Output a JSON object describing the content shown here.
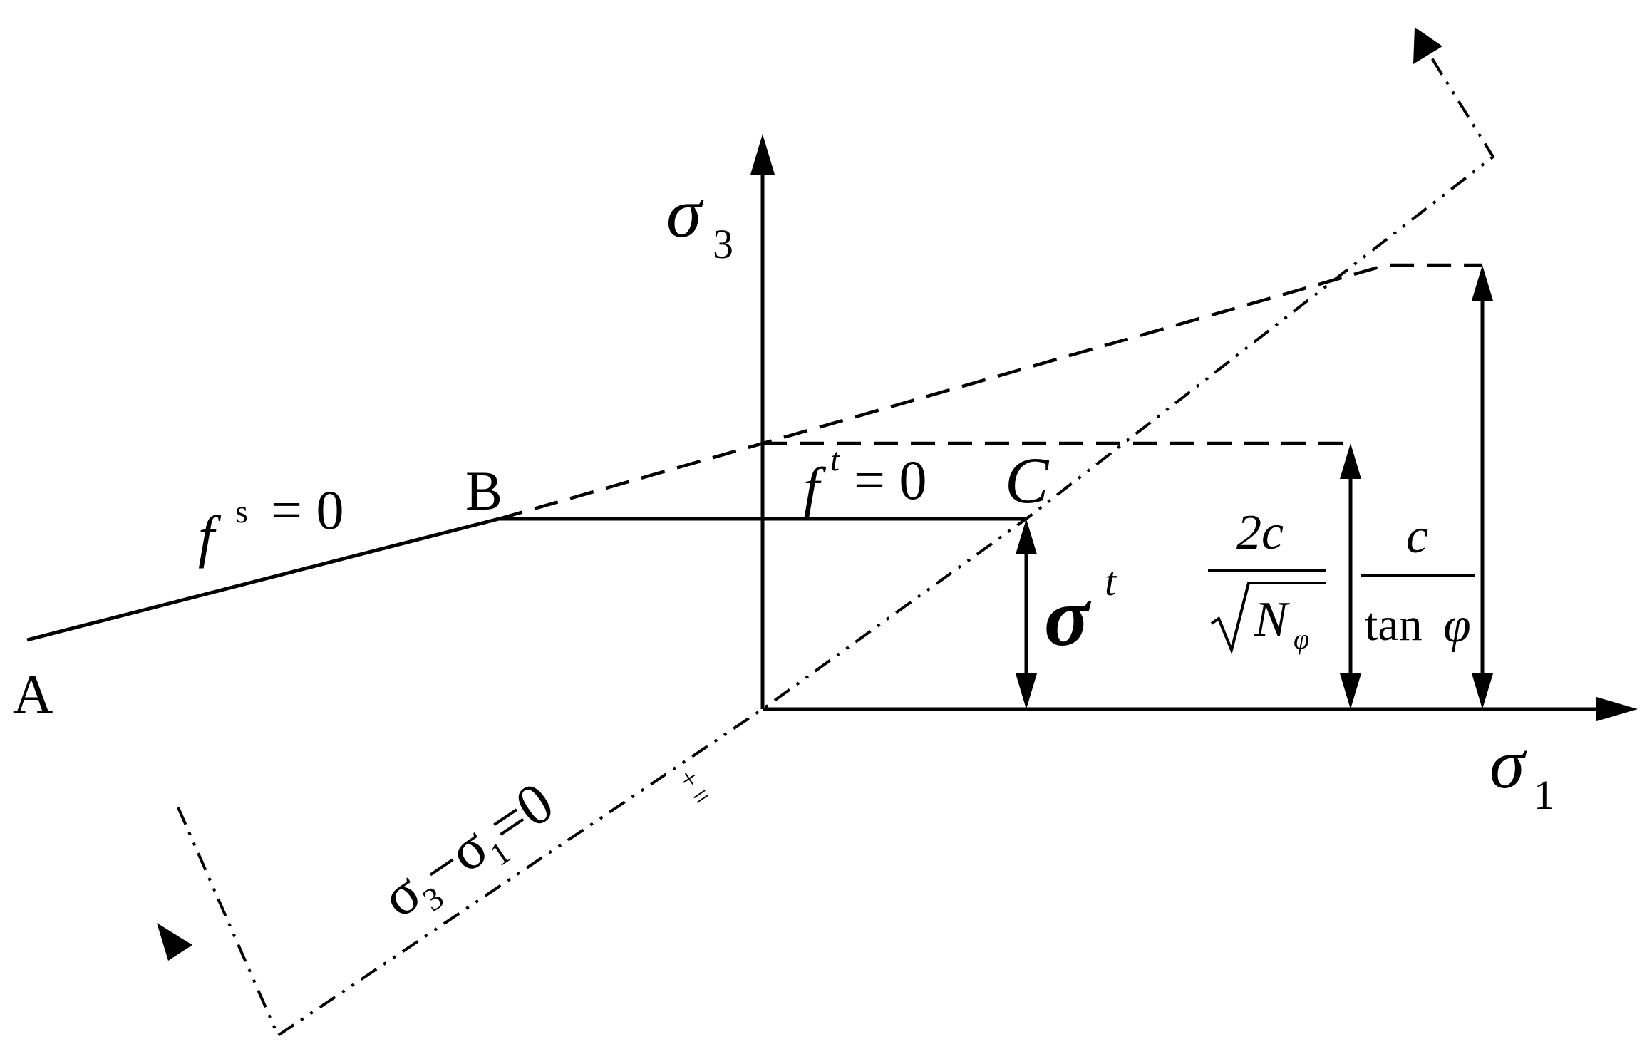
{
  "labels": {
    "A": "A",
    "B": "B",
    "C": "C",
    "sigma3_axis": {
      "sym": "σ",
      "sub": "3"
    },
    "sigma1_axis": {
      "sym": "σ",
      "sub": "1"
    },
    "shear_criterion": {
      "f": "f",
      "sup": "s",
      "rest": "= 0"
    },
    "tension_criterion": {
      "f": "f",
      "sup": "t",
      "rest": "= 0"
    },
    "tensile_strength": {
      "sym": "σ",
      "sup": "t"
    },
    "fraction_2c": {
      "num": "2c",
      "den_root": "√",
      "den_var": "N",
      "den_sub": "φ"
    },
    "fraction_c": {
      "num": "c",
      "den_func": "tan",
      "den_var": "φ"
    },
    "diagonal": {
      "s3": "σ",
      "sub3": "3",
      "minus": "−",
      "s1": "σ",
      "sub1": "1",
      "eq": "=0"
    },
    "diagonal_mark": {
      "plus": "+",
      "minus": "="
    }
  }
}
